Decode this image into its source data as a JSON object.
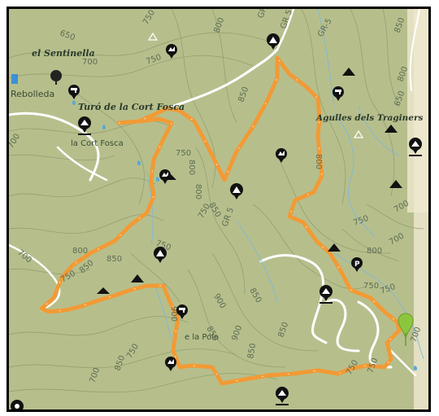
{
  "map": {
    "place_names": {
      "sentinella": "el Sentinella",
      "rebolleda": "Rebolleda",
      "turo": "Turó de la Cort Fosca",
      "cort_fosca": "la Cort Fosca",
      "agulles": "Agulles dels Traginers",
      "pola": "e la Pola"
    },
    "trail_labels": {
      "gr5_a": "GR-5",
      "gr5_b": "GR 5",
      "gr5_c": "GR-5",
      "gr5_d": "GR 5"
    },
    "contour_labels": [
      "650",
      "700",
      "750",
      "800",
      "850",
      "750",
      "700",
      "750",
      "800",
      "850",
      "900",
      "850",
      "800",
      "750",
      "700",
      "850",
      "900",
      "850",
      "800",
      "750",
      "700",
      "750",
      "800",
      "850",
      "750",
      "750",
      "700",
      "750",
      "650",
      "800",
      "850",
      "900",
      "850",
      "750",
      "700",
      "750",
      "850",
      "800",
      "750",
      "700",
      "850"
    ],
    "icons": [
      "viewpoint-icon",
      "peak-icon",
      "spring-icon",
      "shelter-icon",
      "parking-icon",
      "campsite-icon",
      "tree-icon",
      "start-flag-icon",
      "camera-icon"
    ],
    "colors": {
      "terrain": "#b6bf8c",
      "terrain_light": "#c9cfa2",
      "route": "#f29a35",
      "road": "#ffffff",
      "stream": "#7fb8d8",
      "contour": "#8e9a6d",
      "marker": "#111111",
      "start_pin": "#8cc63f"
    }
  }
}
